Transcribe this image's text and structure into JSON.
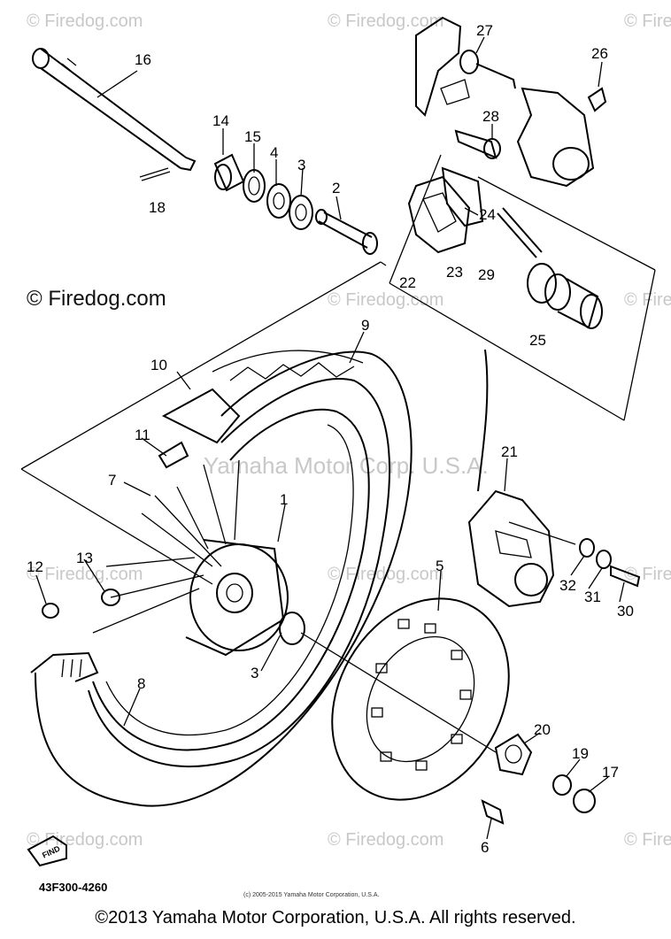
{
  "watermarks": {
    "firedog": "© Firedog.com",
    "mid_left": "© Firedog.com",
    "center": "Yamaha Motor Corp. U.S.A."
  },
  "part_code": "43F300-4260",
  "small_copyright": "(c) 2005-2015 Yamaha Motor Corporation, U.S.A.",
  "copyright": "©2013 Yamaha Motor Corporation, U.S.A. All rights reserved.",
  "find_label": "FIND",
  "callouts": [
    {
      "id": "16",
      "label": "16"
    },
    {
      "id": "14",
      "label": "14"
    },
    {
      "id": "15",
      "label": "15"
    },
    {
      "id": "4a",
      "label": "4"
    },
    {
      "id": "3a",
      "label": "3"
    },
    {
      "id": "2",
      "label": "2"
    },
    {
      "id": "18",
      "label": "18"
    },
    {
      "id": "27",
      "label": "27"
    },
    {
      "id": "26",
      "label": "26"
    },
    {
      "id": "28",
      "label": "28"
    },
    {
      "id": "24",
      "label": "24"
    },
    {
      "id": "22",
      "label": "22"
    },
    {
      "id": "23",
      "label": "23"
    },
    {
      "id": "29",
      "label": "29"
    },
    {
      "id": "25",
      "label": "25"
    },
    {
      "id": "9",
      "label": "9"
    },
    {
      "id": "10",
      "label": "10"
    },
    {
      "id": "11",
      "label": "11"
    },
    {
      "id": "7",
      "label": "7"
    },
    {
      "id": "1",
      "label": "1"
    },
    {
      "id": "12",
      "label": "12"
    },
    {
      "id": "13",
      "label": "13"
    },
    {
      "id": "3b",
      "label": "3"
    },
    {
      "id": "8",
      "label": "8"
    },
    {
      "id": "5",
      "label": "5"
    },
    {
      "id": "21",
      "label": "21"
    },
    {
      "id": "32",
      "label": "32"
    },
    {
      "id": "31",
      "label": "31"
    },
    {
      "id": "30",
      "label": "30"
    },
    {
      "id": "20",
      "label": "20"
    },
    {
      "id": "19",
      "label": "19"
    },
    {
      "id": "17",
      "label": "17"
    },
    {
      "id": "6",
      "label": "6"
    }
  ]
}
